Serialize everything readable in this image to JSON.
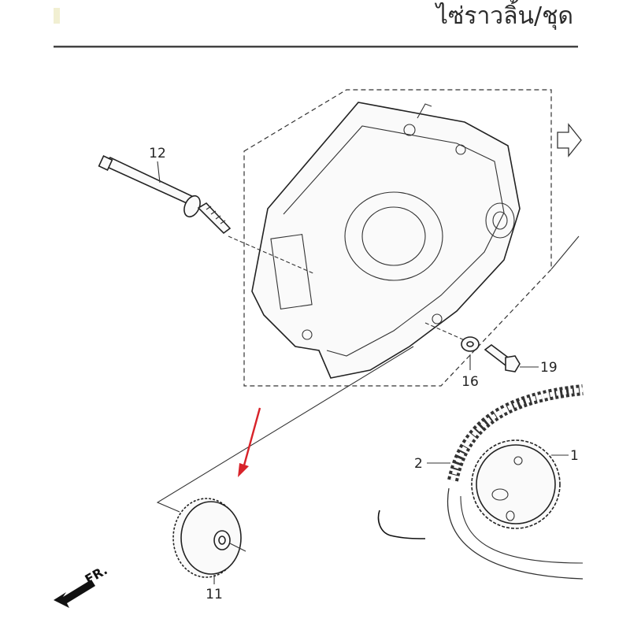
{
  "header": {
    "title": "ไซ่ราวลิ้น/ชุด"
  },
  "callouts": {
    "p2": "2",
    "p1": "1",
    "p11": "11",
    "p12": "12",
    "p16": "16",
    "p19": "19"
  },
  "direction_label": "FR.",
  "colors": {
    "line": "#222222",
    "annotation_arrow": "#d8232a",
    "part_fill": "#fafafa"
  }
}
